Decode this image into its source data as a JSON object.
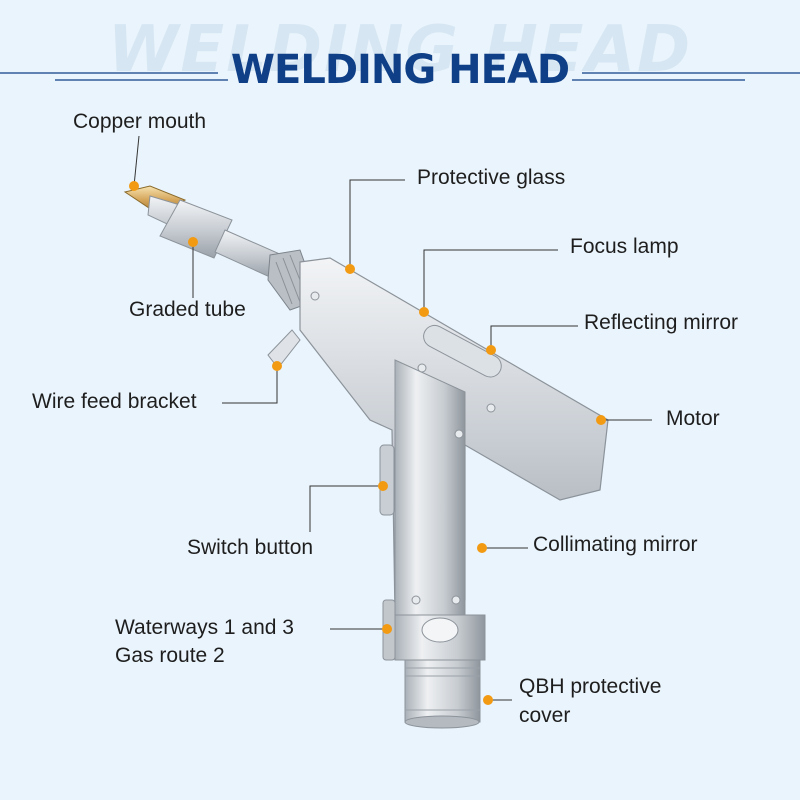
{
  "title": "WELDING HEAD",
  "title_ghost": "WELDING HEAD",
  "colors": {
    "title": "#0f3f86",
    "accent_dot": "#f29a12",
    "background": "#eaf4fc"
  },
  "labels": {
    "copper_mouth": "Copper mouth",
    "protective_glass": "Protective glass",
    "focus_lamp": "Focus lamp",
    "graded_tube": "Graded tube",
    "reflecting_mirror": "Reflecting mirror",
    "wire_feed_bracket": "Wire feed bracket",
    "motor": "Motor",
    "switch_button": "Switch button",
    "collimating_mirror": "Collimating mirror",
    "waterways_line1": "Waterways 1 and 3",
    "waterways_line2": "Gas route 2",
    "qbh_line1": "QBH protective",
    "qbh_line2": "cover"
  }
}
